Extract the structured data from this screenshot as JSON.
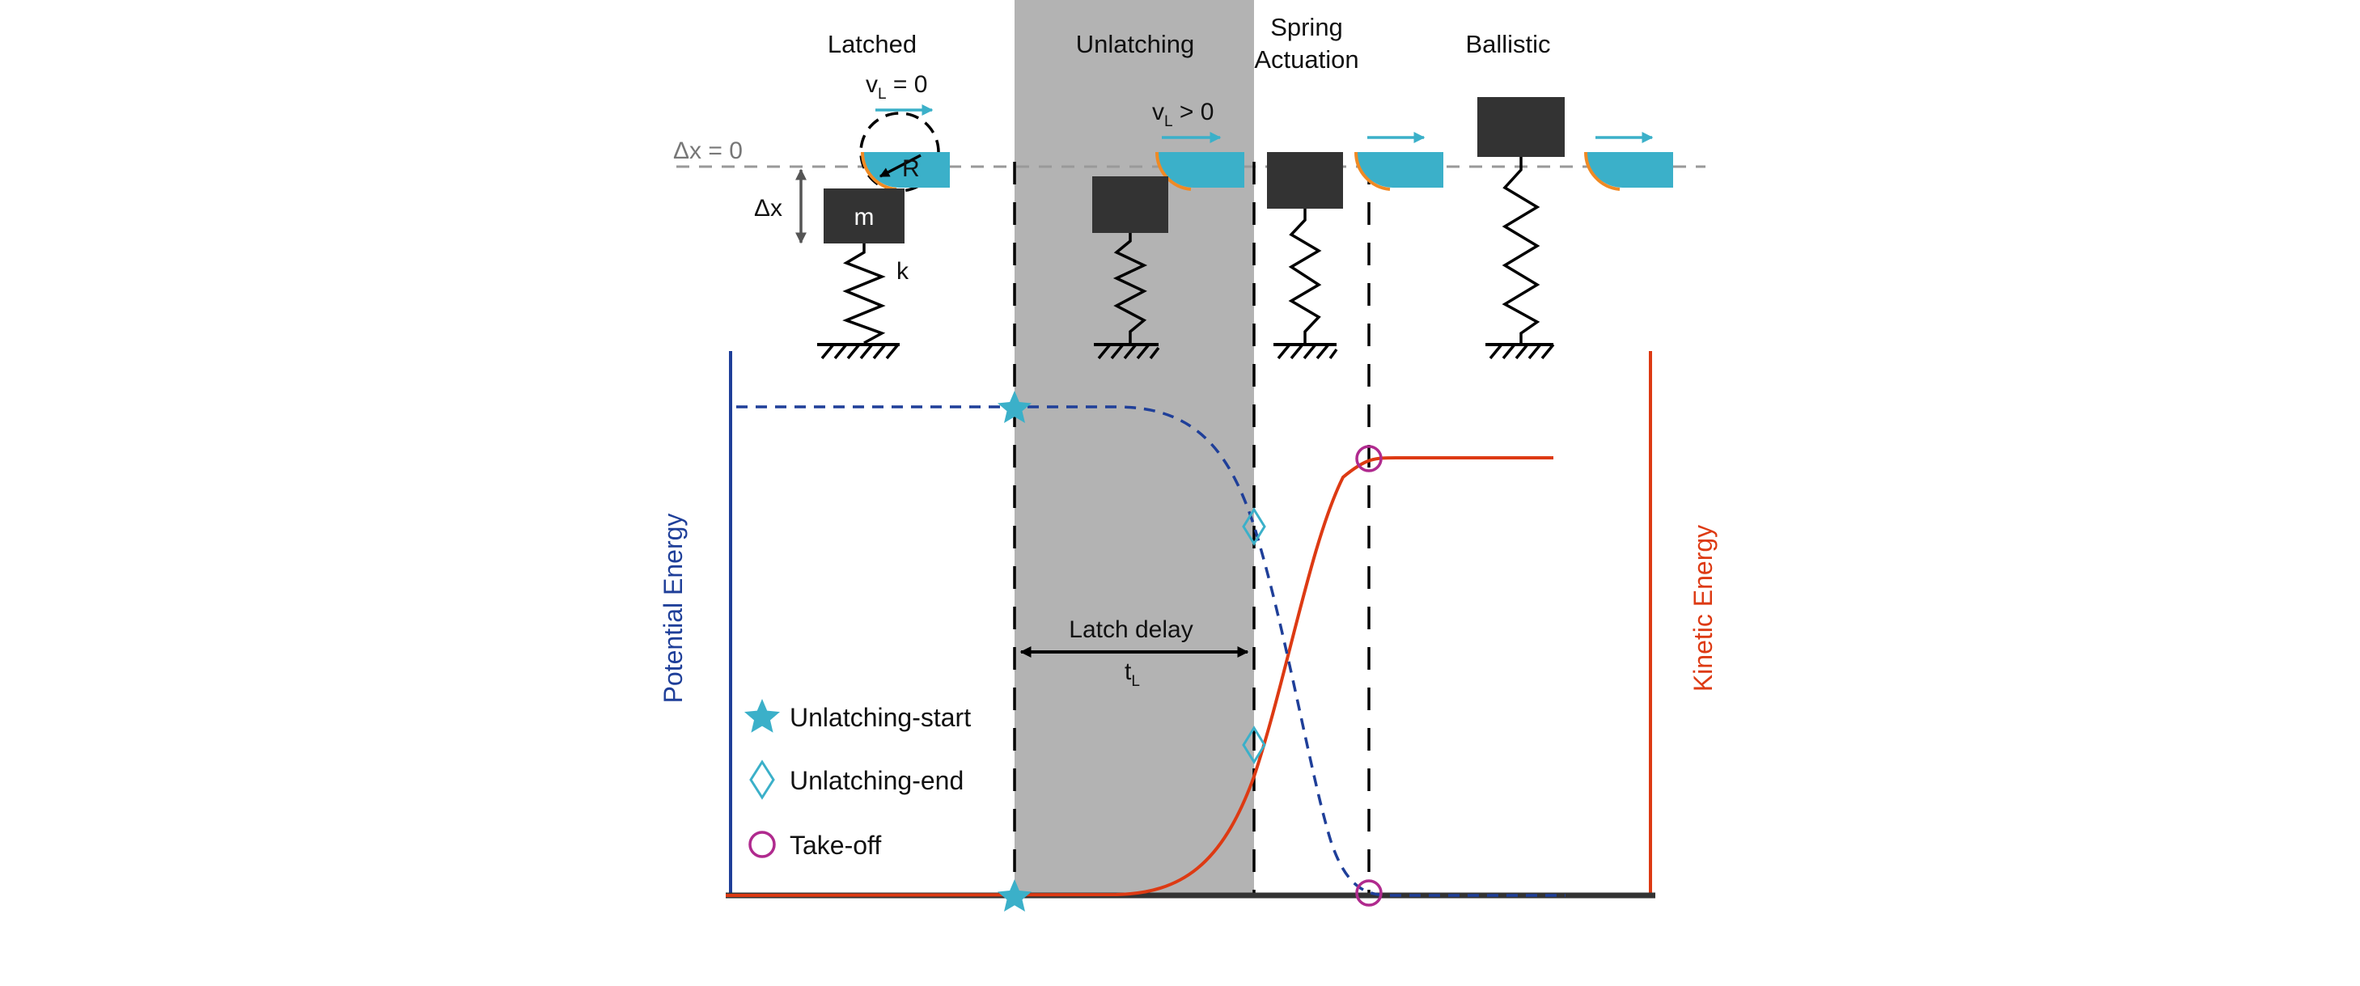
{
  "phases": {
    "latched": "Latched",
    "unlatching": "Unlatching",
    "spring_line1": "Spring",
    "spring_line2": "Actuation",
    "ballistic": "Ballistic"
  },
  "labels": {
    "dx_zero": "Δx = 0",
    "dx": "Δx",
    "mass": "m",
    "spring_k": "k",
    "radius": "R",
    "v_zero_main": "v",
    "v_zero_sub": "L",
    "v_zero_rest": " = 0",
    "v_pos_main": "v",
    "v_pos_sub": "L",
    "v_pos_rest": " > 0",
    "latch_delay": "Latch delay",
    "t_main": "t",
    "t_sub": "L"
  },
  "axes": {
    "left": "Potential Energy",
    "right": "Kinetic Energy"
  },
  "legend": {
    "start": "Unlatching-start",
    "end": "Unlatching-end",
    "takeoff": "Take-off"
  },
  "colors": {
    "shade": "#b3b3b3",
    "mass": "#333333",
    "latch": "#3bb0c9",
    "latch_edge": "#f08a24",
    "arrow": "#3bb0c9",
    "potential": "#1f3f99",
    "kinetic": "#dd3a13",
    "takeoff": "#b02a8e",
    "baseline": "#333333"
  }
}
